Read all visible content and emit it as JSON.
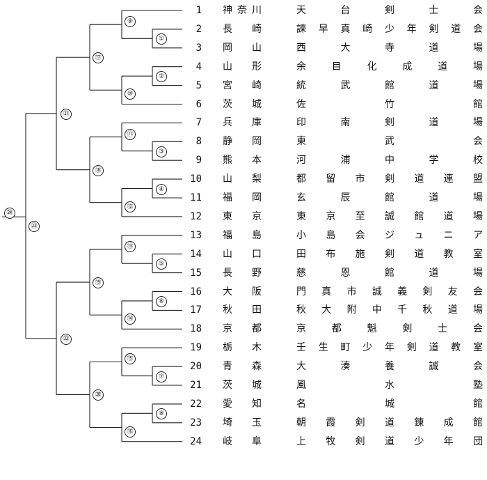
{
  "teams": [
    {
      "seed": "1",
      "prefecture": "神奈川",
      "club": "天台剣士会"
    },
    {
      "seed": "2",
      "prefecture": "長崎",
      "club": "諫早真崎少年剣道会"
    },
    {
      "seed": "3",
      "prefecture": "岡山",
      "club": "西大寺道場"
    },
    {
      "seed": "4",
      "prefecture": "山形",
      "club": "余目化成道場"
    },
    {
      "seed": "5",
      "prefecture": "宮崎",
      "club": "統武館道場"
    },
    {
      "seed": "6",
      "prefecture": "茨城",
      "club": "佐竹館"
    },
    {
      "seed": "7",
      "prefecture": "兵庫",
      "club": "印南剣道場"
    },
    {
      "seed": "8",
      "prefecture": "静岡",
      "club": "東武会"
    },
    {
      "seed": "9",
      "prefecture": "熊本",
      "club": "河浦中学校"
    },
    {
      "seed": "10",
      "prefecture": "山梨",
      "club": "都留市剣道連盟"
    },
    {
      "seed": "11",
      "prefecture": "福岡",
      "club": "玄辰館道場"
    },
    {
      "seed": "12",
      "prefecture": "東京",
      "club": "東京至誠館道場"
    },
    {
      "seed": "13",
      "prefecture": "福島",
      "club": "小島会ジュニア"
    },
    {
      "seed": "14",
      "prefecture": "山口",
      "club": "田布施剣道教室"
    },
    {
      "seed": "15",
      "prefecture": "長野",
      "club": "慈恩館道場"
    },
    {
      "seed": "16",
      "prefecture": "大阪",
      "club": "門真市誠義剣友会"
    },
    {
      "seed": "17",
      "prefecture": "秋田",
      "club": "秋大附中千秋道場"
    },
    {
      "seed": "18",
      "prefecture": "京都",
      "club": "京都魁剣士会"
    },
    {
      "seed": "19",
      "prefecture": "栃木",
      "club": "壬生町少年剣道教室"
    },
    {
      "seed": "20",
      "prefecture": "青森",
      "club": "大湊養誠会"
    },
    {
      "seed": "21",
      "prefecture": "茨城",
      "club": "風水塾"
    },
    {
      "seed": "22",
      "prefecture": "愛知",
      "club": "名城館"
    },
    {
      "seed": "23",
      "prefecture": "埼玉",
      "club": "朝霞剣道錬成館"
    },
    {
      "seed": "24",
      "prefecture": "岐阜",
      "club": "上牧剣道少年団"
    }
  ],
  "matches": {
    "m1": "①",
    "m2": "②",
    "m3": "③",
    "m4": "④",
    "m5": "⑤",
    "m6": "⑥",
    "m7": "⑦",
    "m8": "⑧",
    "m9": "⑨",
    "m10": "⑩",
    "m11": "⑪",
    "m12": "⑫",
    "m13": "⑬",
    "m14": "⑭",
    "m15": "⑮",
    "m16": "⑯",
    "m17": "⑰",
    "m18": "⑱",
    "m19": "⑲",
    "m20": "⑳",
    "m21": "㉑",
    "m22": "㉒",
    "m23": "㉓",
    "m24": "㉔"
  }
}
